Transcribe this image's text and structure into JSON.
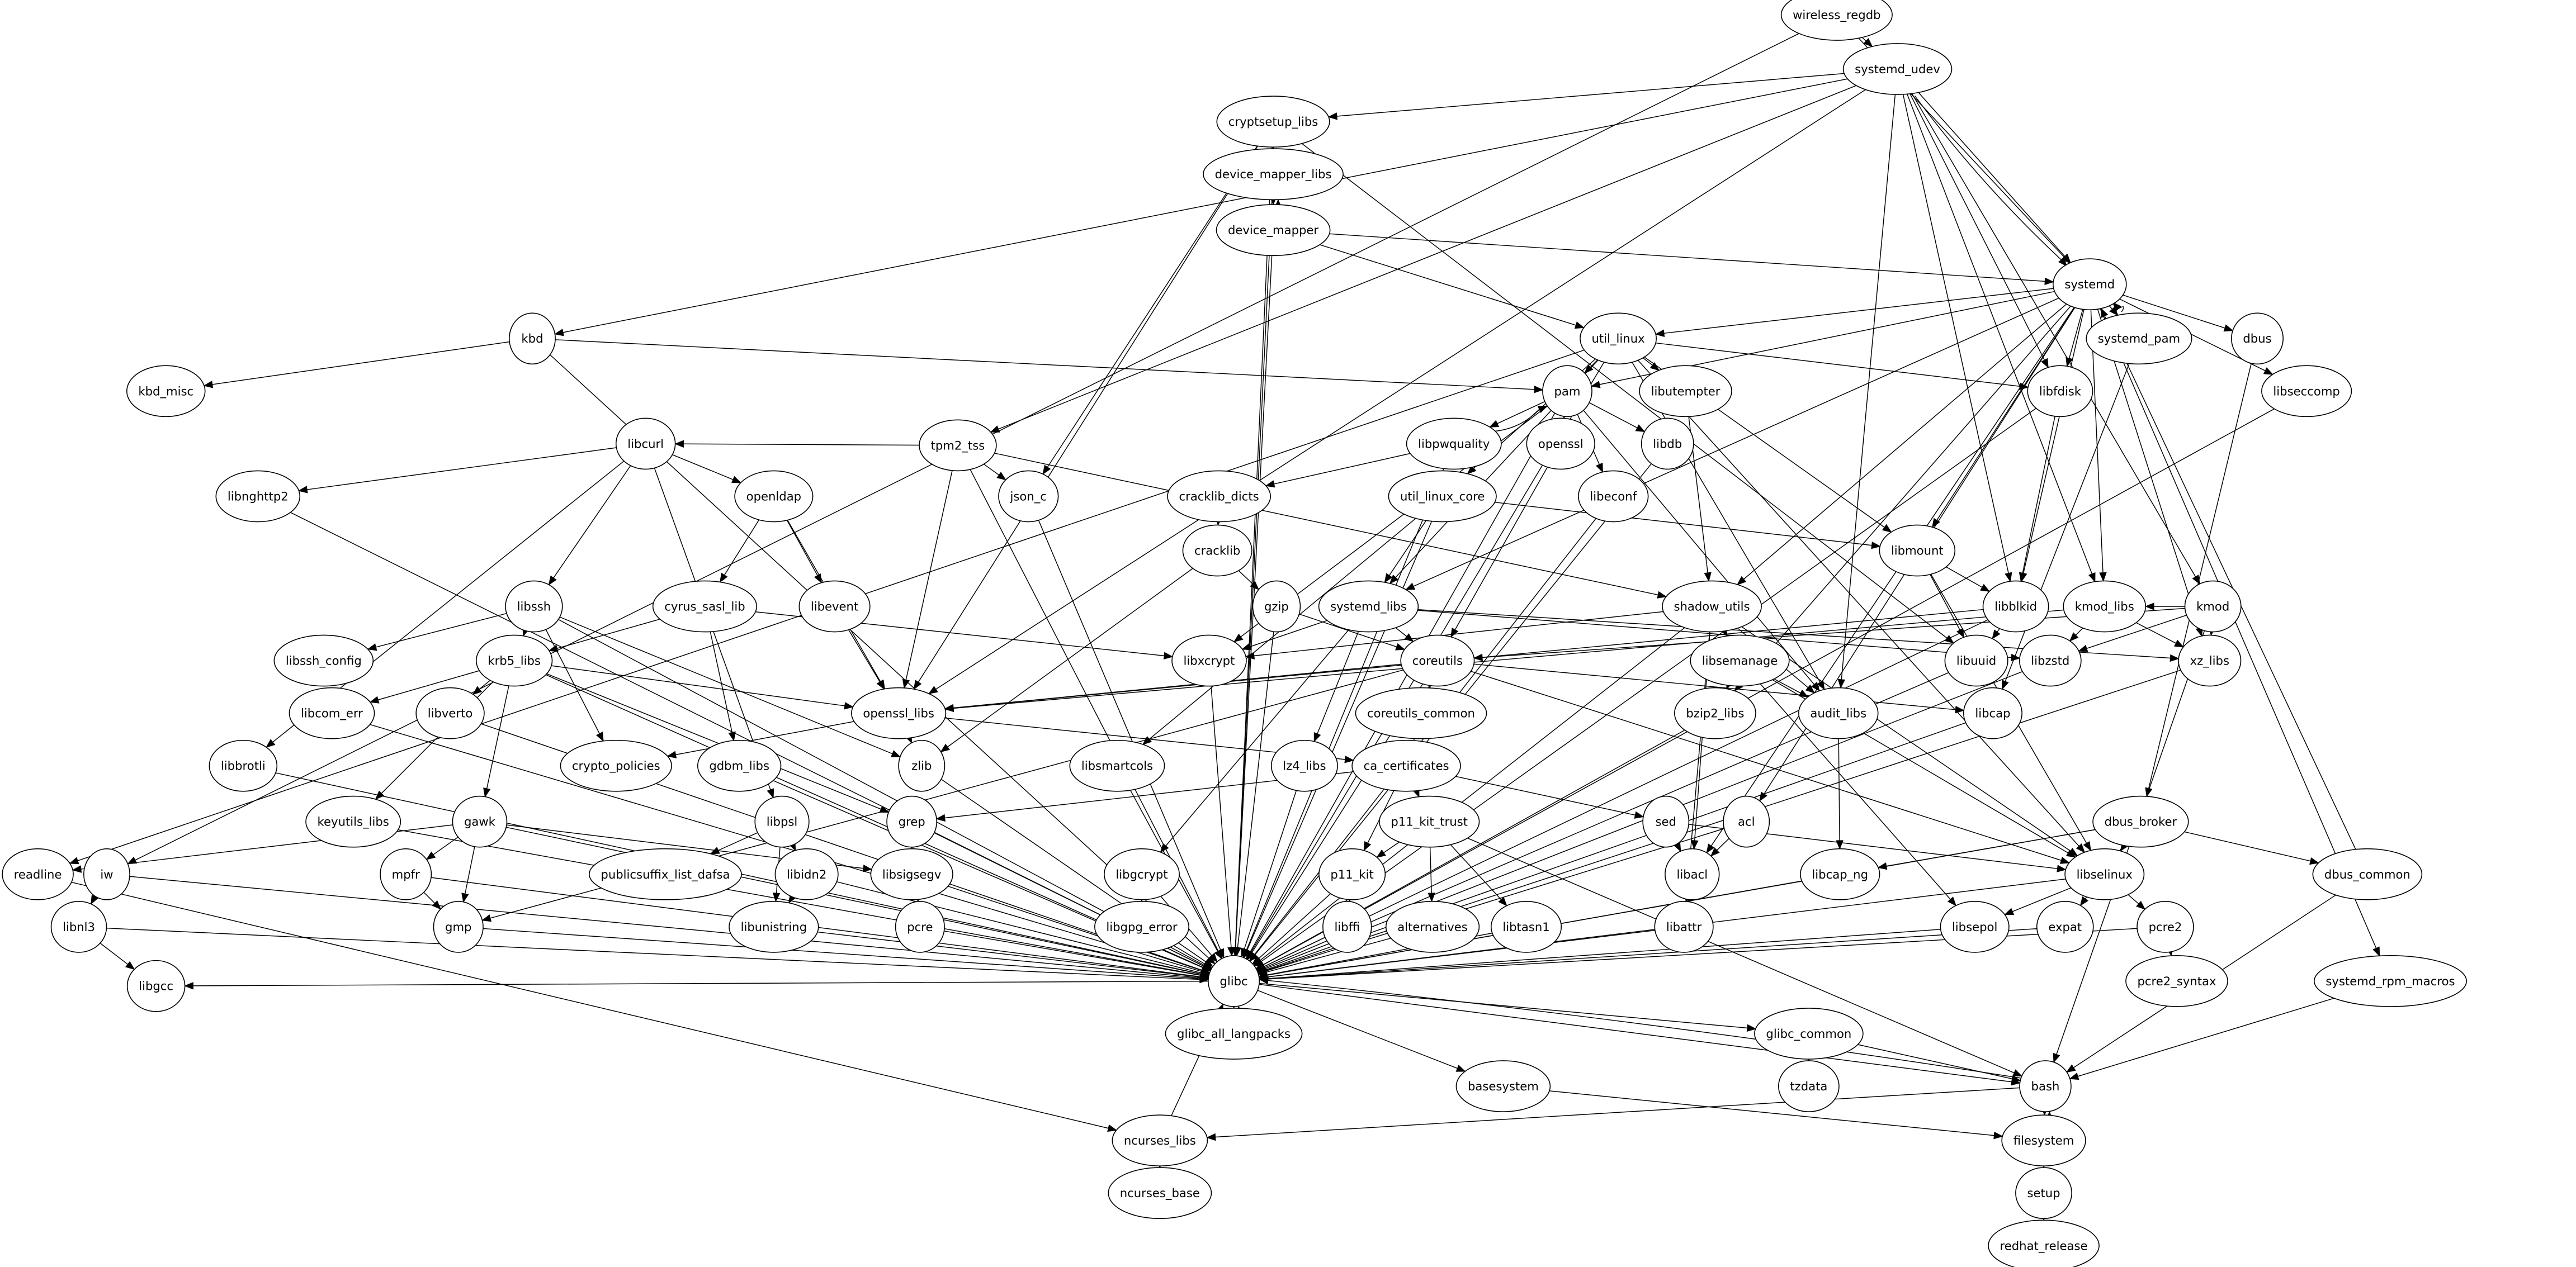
{
  "diagram": {
    "type": "directed-dependency-graph",
    "nodes": [
      "wireless_regdb",
      "systemd_udev",
      "cryptsetup_libs",
      "device_mapper_libs",
      "device_mapper",
      "systemd",
      "kbd",
      "kbd_misc",
      "util_linux",
      "systemd_pam",
      "dbus",
      "libfdisk",
      "libseccomp",
      "pam",
      "libutempter",
      "libpwquality",
      "openssl",
      "libdb",
      "tpm2_tss",
      "json_c",
      "libcurl",
      "libnghttp2",
      "openldap",
      "cracklib_dicts",
      "util_linux_core",
      "libeconf",
      "cracklib",
      "libmount",
      "gzip",
      "systemd_libs",
      "shadow_utils",
      "libblkid",
      "kmod_libs",
      "kmod",
      "libssh",
      "cyrus_sasl_lib",
      "libevent",
      "krb5_libs",
      "libssh_config",
      "libxcrypt",
      "coreutils",
      "libsemanage",
      "libuuid",
      "libzstd",
      "xz_libs",
      "libcom_err",
      "libverto",
      "openssl_libs",
      "coreutils_common",
      "bzip2_libs",
      "audit_libs",
      "libcap",
      "libbrotli",
      "crypto_policies",
      "gdbm_libs",
      "zlib",
      "libsmartcols",
      "lz4_libs",
      "ca_certificates",
      "keyutils_libs",
      "gawk",
      "libpsl",
      "grep",
      "p11_kit_trust",
      "sed",
      "acl",
      "dbus_broker",
      "readline",
      "iw",
      "mpfr",
      "publicsuffix_list_dafsa",
      "libidn2",
      "libsigsegv",
      "libgcrypt",
      "p11_kit",
      "libacl",
      "libcap_ng",
      "libselinux",
      "dbus_common",
      "libnl3",
      "gmp",
      "libunistring",
      "pcre",
      "libgpg_error",
      "libffi",
      "alternatives",
      "libtasn1",
      "libattr",
      "libsepol",
      "expat",
      "pcre2",
      "libgcc",
      "glibc",
      "pcre2_syntax",
      "systemd_rpm_macros",
      "glibc_all_langpacks",
      "glibc_common",
      "basesystem",
      "tzdata",
      "bash",
      "ncurses_libs",
      "filesystem",
      "ncurses_base",
      "setup",
      "redhat_release"
    ],
    "edges": [
      [
        "wireless_regdb",
        "systemd_udev"
      ],
      [
        "wireless_regdb",
        "systemd"
      ],
      [
        "wireless_regdb",
        "iw"
      ],
      [
        "systemd_udev",
        "cryptsetup_libs"
      ],
      [
        "systemd_udev",
        "systemd"
      ],
      [
        "systemd_udev",
        "kbd"
      ],
      [
        "systemd_udev",
        "openssl_libs"
      ],
      [
        "systemd_udev",
        "tpm2_tss"
      ],
      [
        "systemd_udev",
        "libfdisk"
      ],
      [
        "systemd_udev",
        "kmod"
      ],
      [
        "systemd_udev",
        "kmod_libs"
      ],
      [
        "systemd_udev",
        "libblkid"
      ],
      [
        "systemd_udev",
        "audit_libs"
      ],
      [
        "systemd_udev",
        "systemd"
      ],
      [
        "cryptsetup_libs",
        "device_mapper_libs"
      ],
      [
        "cryptsetup_libs",
        "json_c"
      ],
      [
        "cryptsetup_libs",
        "openssl_libs"
      ],
      [
        "cryptsetup_libs",
        "libuuid"
      ],
      [
        "cryptsetup_libs",
        "glibc"
      ],
      [
        "device_mapper_libs",
        "device_mapper"
      ],
      [
        "device_mapper",
        "device_mapper_libs"
      ],
      [
        "device_mapper_libs",
        "glibc"
      ],
      [
        "device_mapper",
        "systemd"
      ],
      [
        "device_mapper",
        "util_linux"
      ],
      [
        "device_mapper",
        "glibc"
      ],
      [
        "systemd",
        "util_linux"
      ],
      [
        "systemd",
        "systemd_pam"
      ],
      [
        "systemd",
        "dbus"
      ],
      [
        "systemd",
        "libfdisk"
      ],
      [
        "systemd",
        "libseccomp"
      ],
      [
        "systemd",
        "pam"
      ],
      [
        "systemd",
        "libmount"
      ],
      [
        "systemd",
        "libblkid"
      ],
      [
        "systemd",
        "kmod_libs"
      ],
      [
        "systemd",
        "xz_libs"
      ],
      [
        "systemd",
        "shadow_utils"
      ],
      [
        "systemd",
        "systemd_libs"
      ],
      [
        "systemd",
        "acl"
      ],
      [
        "systemd",
        "libacl"
      ],
      [
        "systemd",
        "systemd_rpm_macros"
      ],
      [
        "systemd",
        "bzip2_libs"
      ],
      [
        "systemd_pam",
        "systemd"
      ],
      [
        "systemd_pam",
        "libcap"
      ],
      [
        "dbus",
        "dbus_broker"
      ],
      [
        "dbus_common",
        "systemd"
      ],
      [
        "kbd",
        "kbd_misc"
      ],
      [
        "kbd",
        "pam"
      ],
      [
        "kbd",
        "glibc"
      ],
      [
        "util_linux",
        "pam"
      ],
      [
        "util_linux",
        "libutempter"
      ],
      [
        "util_linux",
        "util_linux_core"
      ],
      [
        "util_linux",
        "systemd_libs"
      ],
      [
        "util_linux",
        "libfdisk"
      ],
      [
        "util_linux",
        "libmount"
      ],
      [
        "util_linux",
        "audit_libs"
      ],
      [
        "util_linux",
        "readline"
      ],
      [
        "util_linux",
        "libselinux"
      ],
      [
        "util_linux",
        "glibc"
      ],
      [
        "pam",
        "libpwquality"
      ],
      [
        "libpwquality",
        "pam"
      ],
      [
        "pam",
        "openssl"
      ],
      [
        "pam",
        "libdb"
      ],
      [
        "pam",
        "libeconf"
      ],
      [
        "pam",
        "libxcrypt"
      ],
      [
        "pam",
        "audit_libs"
      ],
      [
        "pam",
        "glibc"
      ],
      [
        "libpwquality",
        "cracklib_dicts"
      ],
      [
        "libpwquality",
        "glibc"
      ],
      [
        "openssl",
        "coreutils"
      ],
      [
        "libdb",
        "glibc"
      ],
      [
        "libeconf",
        "glibc"
      ],
      [
        "libutempter",
        "shadow_utils"
      ],
      [
        "libfdisk",
        "libblkid"
      ],
      [
        "libfdisk",
        "glibc"
      ],
      [
        "libseccomp",
        "glibc"
      ],
      [
        "tpm2_tss",
        "libcurl"
      ],
      [
        "tpm2_tss",
        "json_c"
      ],
      [
        "tpm2_tss",
        "openssl_libs"
      ],
      [
        "tpm2_tss",
        "shadow_utils"
      ],
      [
        "tpm2_tss",
        "glibc"
      ],
      [
        "json_c",
        "glibc"
      ],
      [
        "libcurl",
        "libnghttp2"
      ],
      [
        "libcurl",
        "openldap"
      ],
      [
        "libcurl",
        "libssh"
      ],
      [
        "libcurl",
        "libpsl"
      ],
      [
        "libcurl",
        "libbrotli"
      ],
      [
        "libnghttp2",
        "glibc"
      ],
      [
        "libbrotli",
        "glibc"
      ],
      [
        "openldap",
        "cyrus_sasl_lib"
      ],
      [
        "openldap",
        "libevent"
      ],
      [
        "openldap",
        "openssl_libs"
      ],
      [
        "libevent",
        "openssl_libs"
      ],
      [
        "cyrus_sasl_lib",
        "krb5_libs"
      ],
      [
        "cyrus_sasl_lib",
        "gdbm_libs"
      ],
      [
        "cyrus_sasl_lib",
        "libxcrypt"
      ],
      [
        "libssh",
        "libssh_config"
      ],
      [
        "libssh",
        "krb5_libs"
      ],
      [
        "libssh",
        "crypto_policies"
      ],
      [
        "libssh",
        "zlib"
      ],
      [
        "libssh",
        "glibc"
      ],
      [
        "krb5_libs",
        "libcom_err"
      ],
      [
        "krb5_libs",
        "libverto"
      ],
      [
        "krb5_libs",
        "keyutils_libs"
      ],
      [
        "krb5_libs",
        "gawk"
      ],
      [
        "krb5_libs",
        "openssl_libs"
      ],
      [
        "krb5_libs",
        "grep"
      ],
      [
        "krb5_libs",
        "glibc"
      ],
      [
        "libcom_err",
        "glibc"
      ],
      [
        "libverto",
        "glibc"
      ],
      [
        "keyutils_libs",
        "glibc"
      ],
      [
        "cracklib_dicts",
        "cracklib"
      ],
      [
        "cracklib",
        "gzip"
      ],
      [
        "cracklib",
        "zlib"
      ],
      [
        "gzip",
        "coreutils"
      ],
      [
        "gzip",
        "glibc"
      ],
      [
        "util_linux_core",
        "systemd_libs"
      ],
      [
        "util_linux_core",
        "libsmartcols"
      ],
      [
        "util_linux_core",
        "libmount"
      ],
      [
        "util_linux_core",
        "glibc"
      ],
      [
        "systemd_libs",
        "coreutils"
      ],
      [
        "systemd_libs",
        "libxcrypt"
      ],
      [
        "systemd_libs",
        "lz4_libs"
      ],
      [
        "systemd_libs",
        "libgcrypt"
      ],
      [
        "systemd_libs",
        "libzstd"
      ],
      [
        "systemd_libs",
        "xz_libs"
      ],
      [
        "shadow_utils",
        "libsemanage"
      ],
      [
        "shadow_utils",
        "audit_libs"
      ],
      [
        "shadow_utils",
        "libxcrypt"
      ],
      [
        "shadow_utils",
        "libacl"
      ],
      [
        "shadow_utils",
        "libattr"
      ],
      [
        "shadow_utils",
        "libselinux"
      ],
      [
        "shadow_utils",
        "glibc"
      ],
      [
        "libmount",
        "libblkid"
      ],
      [
        "libmount",
        "libuuid"
      ],
      [
        "libmount",
        "libselinux"
      ],
      [
        "libblkid",
        "libuuid"
      ],
      [
        "libblkid",
        "openssl_libs"
      ],
      [
        "libblkid",
        "glibc"
      ],
      [
        "kmod_libs",
        "libzstd"
      ],
      [
        "kmod_libs",
        "xz_libs"
      ],
      [
        "kmod_libs",
        "openssl_libs"
      ],
      [
        "kmod",
        "kmod_libs"
      ],
      [
        "kmod",
        "libzstd"
      ],
      [
        "kmod",
        "xz_libs"
      ],
      [
        "kmod",
        "coreutils"
      ],
      [
        "kmod",
        "bash"
      ],
      [
        "libxcrypt",
        "glibc"
      ],
      [
        "coreutils",
        "openssl_libs"
      ],
      [
        "coreutils",
        "coreutils_common"
      ],
      [
        "coreutils",
        "libcap"
      ],
      [
        "coreutils",
        "libselinux"
      ],
      [
        "coreutils",
        "gmp"
      ],
      [
        "coreutils",
        "glibc"
      ],
      [
        "ca_certificates",
        "coreutils"
      ],
      [
        "libsemanage",
        "bzip2_libs"
      ],
      [
        "libsemanage",
        "audit_libs"
      ],
      [
        "libsemanage",
        "libsepol"
      ],
      [
        "libsemanage",
        "libselinux"
      ],
      [
        "libuuid",
        "glibc"
      ],
      [
        "libzstd",
        "glibc"
      ],
      [
        "xz_libs",
        "glibc"
      ],
      [
        "openssl_libs",
        "crypto_policies"
      ],
      [
        "openssl_libs",
        "zlib"
      ],
      [
        "openssl_libs",
        "ca_certificates"
      ],
      [
        "bzip2_libs",
        "glibc"
      ],
      [
        "audit_libs",
        "libcap_ng"
      ],
      [
        "libcap",
        "glibc"
      ],
      [
        "gdbm_libs",
        "glibc"
      ],
      [
        "zlib",
        "glibc"
      ],
      [
        "libsmartcols",
        "glibc"
      ],
      [
        "lz4_libs",
        "glibc"
      ],
      [
        "ca_certificates",
        "p11_kit_trust"
      ],
      [
        "ca_certificates",
        "p11_kit"
      ],
      [
        "ca_certificates",
        "grep"
      ],
      [
        "ca_certificates",
        "sed"
      ],
      [
        "gawk",
        "readline"
      ],
      [
        "gawk",
        "mpfr"
      ],
      [
        "gawk",
        "gmp"
      ],
      [
        "gawk",
        "libsigsegv"
      ],
      [
        "gawk",
        "glibc"
      ],
      [
        "libpsl",
        "publicsuffix_list_dafsa"
      ],
      [
        "libpsl",
        "libidn2"
      ],
      [
        "libpsl",
        "libunistring"
      ],
      [
        "grep",
        "libsigsegv"
      ],
      [
        "grep",
        "pcre"
      ],
      [
        "grep",
        "glibc"
      ],
      [
        "p11_kit_trust",
        "p11_kit"
      ],
      [
        "p11_kit_trust",
        "alternatives"
      ],
      [
        "p11_kit_trust",
        "libtasn1"
      ],
      [
        "p11_kit_trust",
        "bash"
      ],
      [
        "sed",
        "libacl"
      ],
      [
        "sed",
        "libselinux"
      ],
      [
        "acl",
        "libacl"
      ],
      [
        "acl",
        "glibc"
      ],
      [
        "dbus_broker",
        "libselinux"
      ],
      [
        "dbus_broker",
        "libcap_ng"
      ],
      [
        "dbus_broker",
        "expat"
      ],
      [
        "dbus_broker",
        "dbus_common"
      ],
      [
        "dbus_broker",
        "glibc"
      ],
      [
        "readline",
        "ncurses_libs"
      ],
      [
        "iw",
        "libnl3"
      ],
      [
        "iw",
        "glibc"
      ],
      [
        "mpfr",
        "gmp"
      ],
      [
        "mpfr",
        "glibc"
      ],
      [
        "libidn2",
        "libunistring"
      ],
      [
        "libidn2",
        "glibc"
      ],
      [
        "libsigsegv",
        "glibc"
      ],
      [
        "libgcrypt",
        "libgpg_error"
      ],
      [
        "libgcrypt",
        "glibc"
      ],
      [
        "p11_kit",
        "libffi"
      ],
      [
        "p11_kit",
        "glibc"
      ],
      [
        "libacl",
        "libattr"
      ],
      [
        "libcap_ng",
        "glibc"
      ],
      [
        "libselinux",
        "libsepol"
      ],
      [
        "libselinux",
        "pcre2"
      ],
      [
        "libselinux",
        "glibc"
      ],
      [
        "dbus_common",
        "bash"
      ],
      [
        "libnl3",
        "libgcc"
      ],
      [
        "libnl3",
        "glibc"
      ],
      [
        "gmp",
        "glibc"
      ],
      [
        "libunistring",
        "glibc"
      ],
      [
        "pcre",
        "glibc"
      ],
      [
        "libgpg_error",
        "glibc"
      ],
      [
        "libffi",
        "glibc"
      ],
      [
        "alternatives",
        "glibc"
      ],
      [
        "libtasn1",
        "glibc"
      ],
      [
        "libattr",
        "glibc"
      ],
      [
        "libsepol",
        "glibc"
      ],
      [
        "expat",
        "glibc"
      ],
      [
        "pcre2",
        "glibc"
      ],
      [
        "pcre2",
        "pcre2_syntax"
      ],
      [
        "glibc",
        "libgcc"
      ],
      [
        "glibc",
        "glibc_all_langpacks"
      ],
      [
        "glibc_all_langpacks",
        "glibc"
      ],
      [
        "glibc",
        "glibc_common"
      ],
      [
        "glibc",
        "basesystem"
      ],
      [
        "glibc",
        "bash"
      ],
      [
        "glibc_common",
        "tzdata"
      ],
      [
        "glibc_common",
        "bash"
      ],
      [
        "systemd_rpm_macros",
        "bash"
      ],
      [
        "basesystem",
        "filesystem"
      ],
      [
        "bash",
        "filesystem"
      ],
      [
        "filesystem",
        "bash"
      ],
      [
        "bash",
        "ncurses_libs"
      ],
      [
        "bash",
        "glibc"
      ],
      [
        "ncurses_libs",
        "ncurses_base"
      ],
      [
        "ncurses_libs",
        "glibc"
      ],
      [
        "filesystem",
        "setup"
      ],
      [
        "setup",
        "redhat_release"
      ]
    ]
  },
  "style": {
    "stroke_color": "#000000",
    "fill_color": "#ffffff",
    "background": "#ffffff"
  }
}
